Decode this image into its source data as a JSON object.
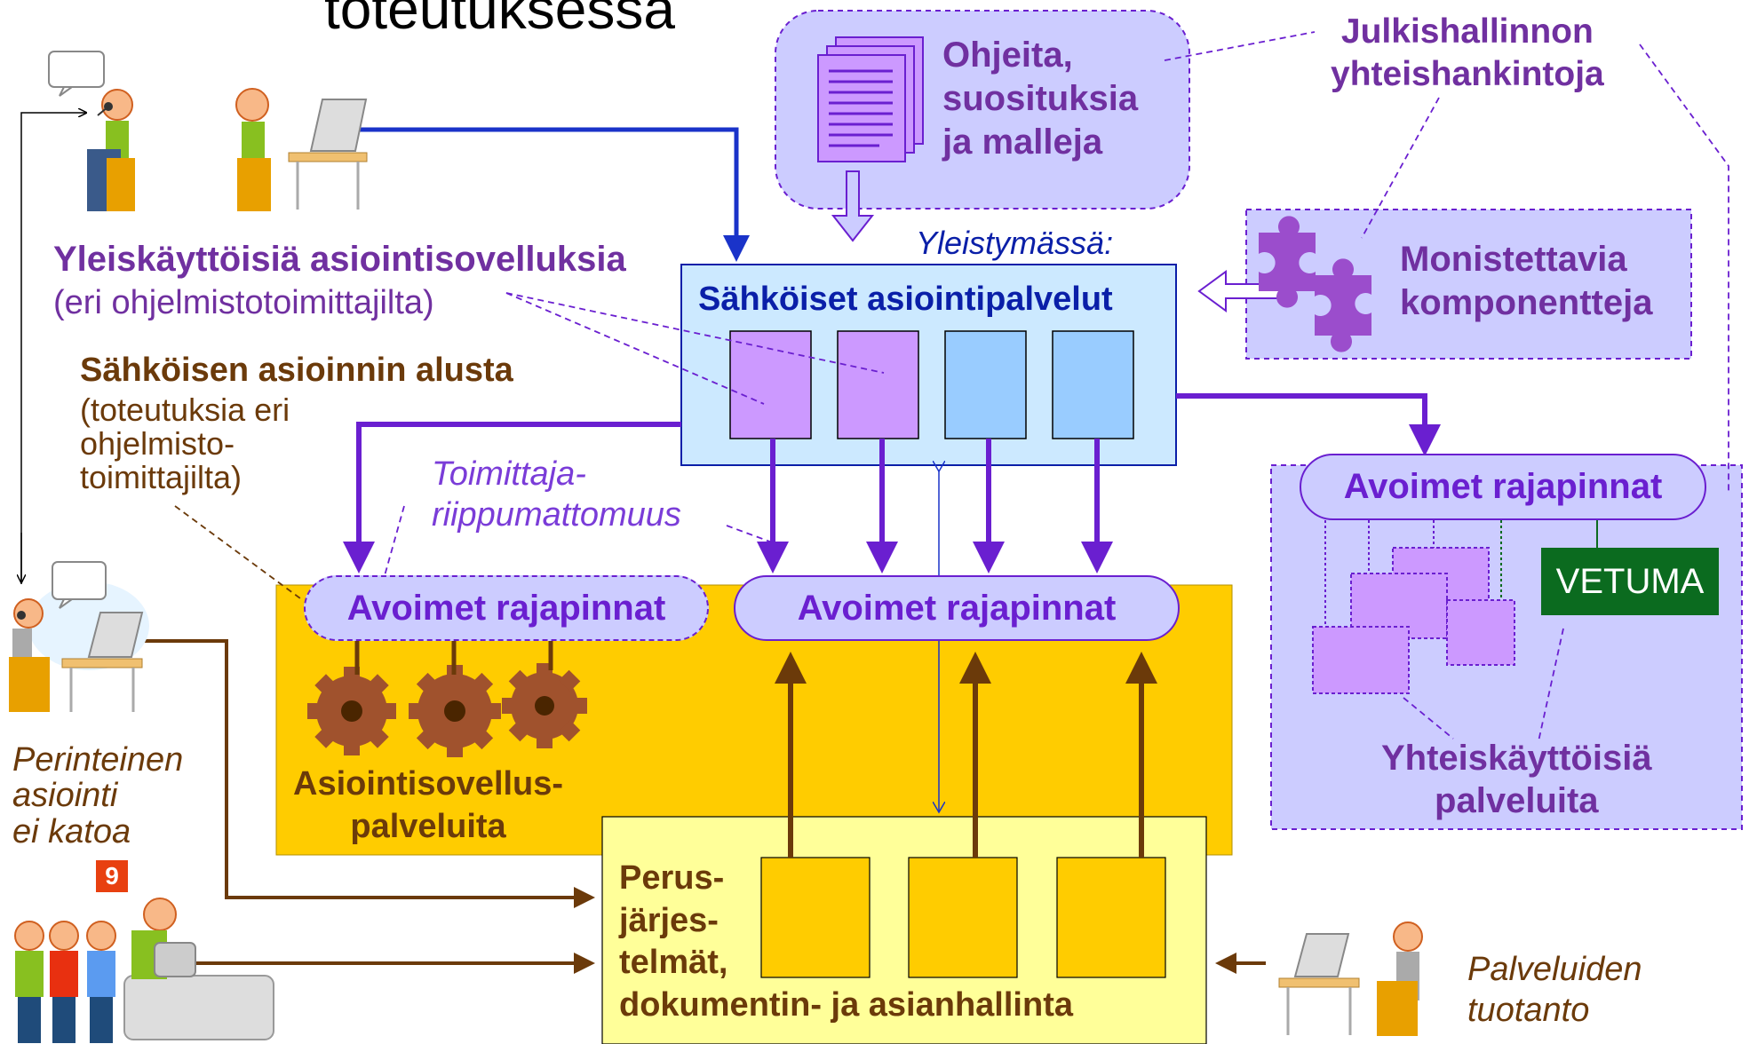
{
  "title_partial": "toteutuksessa",
  "guides": {
    "text": "Ohjeita,\nsuosituksia\nja malleja"
  },
  "procurement": {
    "text": "Julkishallinnon\nyhteishankintoja"
  },
  "components": {
    "text": "Monistettavia\nkomponentteja"
  },
  "generic_apps": {
    "title": "Yleiskäyttöisiä asiointisovelluksia",
    "subtitle": "(eri ohjelmistotoimittajilta)"
  },
  "platform": {
    "title": "Sähköisen asioinnin alusta",
    "subtitle": "(toteutuksia eri\nohjelmisto-\ntoimittajilta)"
  },
  "emerging": "Yleistymässä:",
  "eservices": {
    "title": "Sähköiset asiointipalvelut"
  },
  "vendor_independence": "Toimittaja-\nriippumattomuus",
  "open_interfaces": {
    "left": "Avoimet rajapinnat",
    "center": "Avoimet rajapinnat",
    "right": "Avoimet rajapinnat"
  },
  "vetuma": "VETUMA",
  "shared_services": "Yhteiskäyttöisiä\npalveluita",
  "app_services": "Asiointisovellus-\npalveluita",
  "traditional": "Perinteinen\nasiointi\nei katoa",
  "page_badge": "9",
  "basic_systems": "Perus-\njärjes-\ntelmät,\ndokumentin- ja asianhallinta",
  "production": "Palveluiden\ntuotanto",
  "colors": {
    "purple": "#7030a0",
    "violet": "#6a1fd0",
    "darkblue": "#0a1fa8",
    "brown": "#6b3a0a",
    "gold": "#ffcc00",
    "lightyellow": "#ffff99",
    "lightblue": "#cce9ff",
    "lavender": "#ccccff",
    "green": "#0b6b1f"
  }
}
